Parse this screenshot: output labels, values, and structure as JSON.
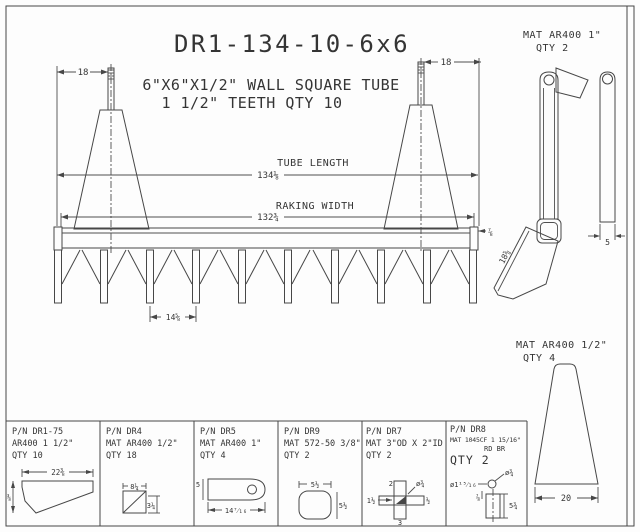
{
  "drawing": {
    "title": "DR1-134-10-6x6",
    "subtitle_line1": "6\"X6\"X1/2\" WALL SQUARE TUBE",
    "subtitle_line2": "1 1/2\" TEETH QTY 10"
  },
  "front_view": {
    "dim_pin_left": "18",
    "dim_pin_right": "18",
    "tube_length_label": "TUBE LENGTH",
    "tube_length_value": "134⅛",
    "raking_width_label": "RAKING WIDTH",
    "raking_width_value": "132¾",
    "dim_tooth_spacing": "14⅝",
    "dim_end_offset": "⅞"
  },
  "side_view": {
    "mat": "MAT AR400 1\"",
    "qty": "QTY 2",
    "dim_blade": "18⅝",
    "dim_bar_width": "5"
  },
  "tooth_detail": {
    "mat": "MAT AR400 1/2\"",
    "qty": "QTY 4",
    "dim_width": "20"
  },
  "parts_table": {
    "cells": [
      {
        "pn": "P/N  DR1-75",
        "mat": "AR400 1 1/2\"",
        "qty": "QTY 10",
        "dim_top": "22⅜",
        "dim_left": "⅜"
      },
      {
        "pn": "P/N DR4",
        "mat": "MAT AR400 1/2\"",
        "qty": "QTY 18",
        "dim_top": "8¼",
        "dim_right": "3¼"
      },
      {
        "pn": "P/N DR5",
        "mat": "MAT AR400 1\"",
        "qty": "QTY 4",
        "dim_left": "5",
        "dim_bottom": "14⁷⁄₁₆"
      },
      {
        "pn": "P/N DR9",
        "mat": "MAT 572-50 3/8\"",
        "qty": "QTY 2",
        "dim_top": "5½",
        "dim_right": "5½"
      },
      {
        "pn": "P/N DR7",
        "mat": "MAT 3\"OD X 2\"ID",
        "qty": "QTY 2",
        "dim_top": "2",
        "dim_leader": "ø¾",
        "dim_left": "1½",
        "dim_right": "½",
        "dim_bottom": "3"
      },
      {
        "pn": "P/N DR8",
        "mat": "MAT 1045CF 1 15/16\"",
        "mat2": "RD BR",
        "qty": "QTY 2",
        "dim_leader1": "ø1¹⁵⁄₁₆",
        "dim_leader2": "ø¾",
        "dim_left": "⅞",
        "dim_right": "5¾"
      }
    ]
  },
  "colors": {
    "line": "#474747",
    "text": "#343434",
    "background": "#fdfdfd"
  }
}
